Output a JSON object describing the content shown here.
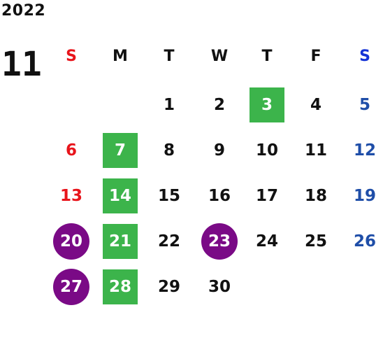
{
  "calendar": {
    "year": "2022",
    "month": "11",
    "weekdays": [
      "S",
      "M",
      "T",
      "W",
      "T",
      "F",
      "S"
    ],
    "weeks": [
      [
        "",
        "",
        "1",
        "2",
        "3",
        "4",
        "5"
      ],
      [
        "6",
        "7",
        "8",
        "9",
        "10",
        "11",
        "12"
      ],
      [
        "13",
        "14",
        "15",
        "16",
        "17",
        "18",
        "19"
      ],
      [
        "20",
        "21",
        "22",
        "23",
        "24",
        "25",
        "26"
      ],
      [
        "27",
        "28",
        "29",
        "30",
        "",
        "",
        ""
      ]
    ],
    "green_days": [
      "3",
      "7",
      "14",
      "21",
      "28"
    ],
    "purple_days": [
      "20",
      "23",
      "27"
    ]
  },
  "colors": {
    "sunday_header": "#e8141b",
    "saturday_header": "#1433d6",
    "sunday_date": "#e8141b",
    "saturday_date": "#1f4ea8",
    "weekday_text": "#111111",
    "green_highlight": "#3cb44b",
    "purple_highlight": "#7a0a86",
    "highlight_text": "#ffffff"
  }
}
